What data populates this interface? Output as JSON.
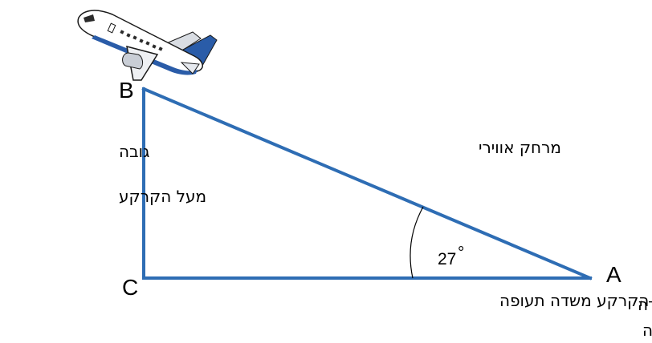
{
  "colors": {
    "triangle_stroke": "#2e6db4",
    "plane_body": "#ffffff",
    "plane_accent": "#2a5ca8",
    "plane_outline": "#1a1a1a",
    "text": "#000000"
  },
  "vertices": {
    "a": "A",
    "b": "B",
    "c": "C"
  },
  "angle": {
    "value": "27",
    "unit_symbol": "°"
  },
  "labels": {
    "hypotenuse": "מרחק אווירי",
    "height_line1": "גובה",
    "height_line2": "מעל הקרקע",
    "ground_distance": "מרחק על הקרקע משדה תעופה",
    "airport_line1": "שדה",
    "airport_line2": "התעופה"
  },
  "icons": {
    "airplane": "airplane-icon"
  }
}
